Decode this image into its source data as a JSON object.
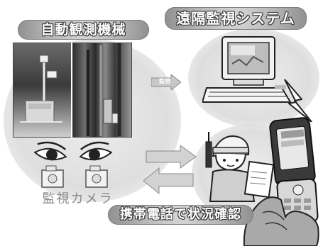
{
  "title_left": "自動観測機械",
  "title_right": "遠隔監視システム",
  "camera_label": "監視カメラ",
  "phone_label": "携帯電話で状況確認",
  "arrow_label": "監視",
  "colors": {
    "pill_fill": "#b4b4b4",
    "pill_text": "#ffffff",
    "pill_outline": "#3a3a3a",
    "camera_label": "#8a8a8a",
    "blob_fill": "#e2e2e2"
  },
  "icons": {
    "computer": "desktop-computer-icon",
    "lightning": "lightning-bolt-icon",
    "person": "worker-with-radio-icon",
    "phone": "flip-phone-icon",
    "eyes": "eyes-icon",
    "camera": "camera-icon"
  }
}
